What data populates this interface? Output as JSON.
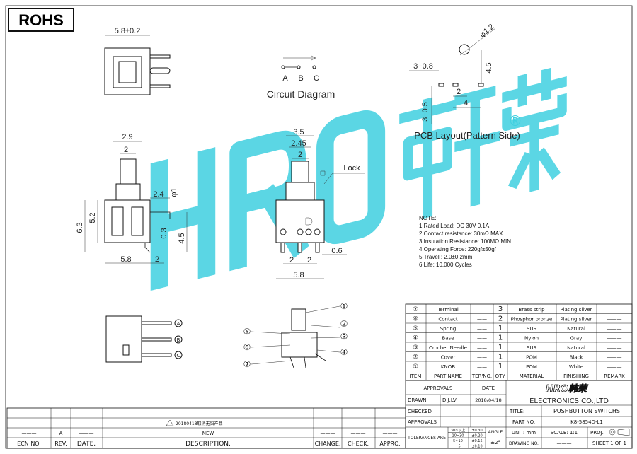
{
  "badge": "ROHS",
  "dims": {
    "top_width": "5.8±0.2",
    "side_2_9": "2.9",
    "side_2a": "2",
    "side_2_4": "2.4",
    "side_phi1": "φ1",
    "side_6_3": "6.3",
    "side_5_2": "5.2",
    "side_0_3": "0.3",
    "side_4_5": "4.5",
    "side_5_8": "5.8",
    "side_2b": "2",
    "front_3_5": "3.5",
    "front_2_45": "2.45",
    "front_2": "2",
    "front_lock": "Lock",
    "front_0_6": "0.6",
    "front_2a": "2",
    "front_2b": "2",
    "front_5_8": "5.8",
    "pcb_phi": "φ1.2",
    "pcb_3_0_8": "3−0.8",
    "pcb_4_5": "4.5",
    "pcb_2": "2",
    "pcb_4": "4",
    "pcb_3_0_5": "3−0.5"
  },
  "circuit": {
    "labels": [
      "A",
      "B",
      "C"
    ],
    "title": "Circuit Diagram"
  },
  "pcb_title": "PCB Layout(Pattern Side)",
  "notes": {
    "heading": "NOTE:",
    "items": [
      "1.Rated Load: DC 30V 0.1A",
      "2.Contact resistance: 30mΩ MAX",
      "3.Insulation Resistance: 100MΩ MIN",
      "4.Operating Force: 220gf±50gf",
      "5.Travel : 2.0±0.2mm",
      "6.Life: 10,000 Cycles"
    ]
  },
  "watermark": {
    "text": "HRO韩荣",
    "registered": "®",
    "color": "#3fd0e0"
  },
  "terminal_callouts": [
    "A",
    "B",
    "C"
  ],
  "part_callouts": [
    "①",
    "②",
    "③",
    "④",
    "⑤",
    "⑥",
    "⑦"
  ],
  "bom": {
    "rows": [
      {
        "item": "⑦",
        "name": "Terminal",
        "ter": "",
        "qty": "3",
        "material": "Brass strip",
        "finishing": "Plating silver",
        "remark": "———"
      },
      {
        "item": "⑥",
        "name": "Contact",
        "ter": "——",
        "qty": "2",
        "material": "Phosphor bronze",
        "finishing": "Plating silver",
        "remark": "———"
      },
      {
        "item": "⑤",
        "name": "Spring",
        "ter": "——",
        "qty": "1",
        "material": "SUS",
        "finishing": "Natural",
        "remark": "———"
      },
      {
        "item": "④",
        "name": "Base",
        "ter": "——",
        "qty": "1",
        "material": "Nylon",
        "finishing": "Gray",
        "remark": "———"
      },
      {
        "item": "③",
        "name": "Crochet Needle",
        "ter": "——",
        "qty": "1",
        "material": "SUS",
        "finishing": "Natural",
        "remark": "———"
      },
      {
        "item": "②",
        "name": "Cover",
        "ter": "——",
        "qty": "1",
        "material": "POM",
        "finishing": "Black",
        "remark": "———"
      },
      {
        "item": "①",
        "name": "KNOB",
        "ter": "——",
        "qty": "1",
        "material": "POM",
        "finishing": "White",
        "remark": "———"
      }
    ],
    "header": {
      "item": "ITEM",
      "name": "PART NAME",
      "ter": "TER'NO.",
      "qty": "QTY.",
      "material": "MATERIAL",
      "finishing": "FINISHING",
      "remark": "REMARK"
    }
  },
  "title_block": {
    "approvals": "APPROVALS",
    "date": "DATE",
    "drawn": "DRAWN",
    "drawn_by": "D.J.LV",
    "drawn_date": "2018/04/18",
    "checked": "CHECKED",
    "approvals2": "APPROVALS",
    "logo": "HRO韩荣",
    "company": "ELECTRONICS CO.,LTD",
    "title_label": "TITLE:",
    "title_value": "PUSHBUTTON SWITCHS",
    "part_label": "PART NO.",
    "part_value": "K8-5854D-L1",
    "tolerances_label": "TOLERANCES ARE",
    "tolerances": [
      {
        "range": "30~以上",
        "value": "±0.30"
      },
      {
        "range": "10~30",
        "value": "±0.20"
      },
      {
        "range": "5~10",
        "value": "±0.15"
      },
      {
        "range": "~5",
        "value": "±0.10"
      }
    ],
    "angle_label": "ANGLE",
    "angle_value": "±2°",
    "unit": "UNIT: mm",
    "scale": "SCALE: 1:1",
    "proj": "PROJ.",
    "drawing_no_label": "DRAWING NO.",
    "drawing_no": "———",
    "sheet": "SHEET 1 OF 1"
  },
  "revision": {
    "note": "20180418取消无铅产品",
    "row": {
      "ecn": "———",
      "rev": "A",
      "date": "———",
      "desc": "NEW",
      "change": "———",
      "check": "———",
      "appro": "———"
    },
    "header": {
      "ecn": "ECN NO.",
      "rev": "REV.",
      "date": "DATE.",
      "desc": "DESCRIPTION.",
      "change": "CHANGE.",
      "check": "CHECK.",
      "appro": "APPRO."
    }
  }
}
